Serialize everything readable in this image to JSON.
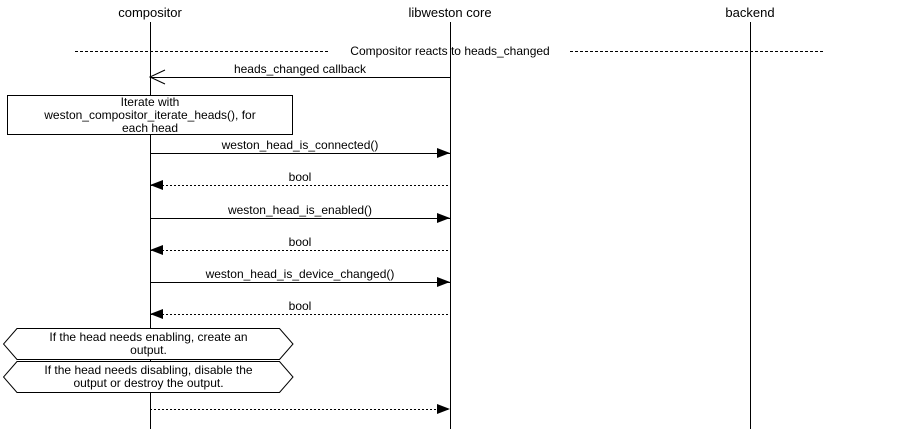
{
  "diagram": {
    "type": "sequence-diagram",
    "divider_title": "Compositor reacts to heads_changed",
    "participants": [
      {
        "name": "compositor"
      },
      {
        "name": "libweston core"
      },
      {
        "name": "backend"
      }
    ],
    "messages": [
      {
        "label": "heads_changed callback",
        "from": "libweston core",
        "to": "compositor",
        "line_style": "solid",
        "arrowhead": "open"
      },
      {
        "label": "weston_head_is_connected()",
        "from": "compositor",
        "to": "libweston core",
        "line_style": "solid",
        "arrowhead": "filled"
      },
      {
        "label": "bool",
        "from": "libweston core",
        "to": "compositor",
        "line_style": "dotted",
        "arrowhead": "filled"
      },
      {
        "label": "weston_head_is_enabled()",
        "from": "compositor",
        "to": "libweston core",
        "line_style": "solid",
        "arrowhead": "filled"
      },
      {
        "label": "bool",
        "from": "libweston core",
        "to": "compositor",
        "line_style": "dotted",
        "arrowhead": "filled"
      },
      {
        "label": "weston_head_is_device_changed()",
        "from": "compositor",
        "to": "libweston core",
        "line_style": "solid",
        "arrowhead": "filled"
      },
      {
        "label": "bool",
        "from": "libweston core",
        "to": "compositor",
        "line_style": "dotted",
        "arrowhead": "filled"
      },
      {
        "label": "",
        "from": "compositor",
        "to": "libweston core",
        "line_style": "dotted",
        "arrowhead": "filled"
      }
    ],
    "notes": [
      {
        "shape": "rectangle",
        "lines": [
          "Iterate with",
          "weston_compositor_iterate_heads(), for",
          "each head"
        ]
      },
      {
        "shape": "hexagon",
        "lines": [
          "If the head needs enabling, create an",
          "output."
        ]
      },
      {
        "shape": "hexagon",
        "lines": [
          "If the head needs disabling, disable the",
          "output or destroy the output."
        ]
      }
    ],
    "colors": {
      "foreground": "#000000",
      "background": "#ffffff"
    }
  }
}
